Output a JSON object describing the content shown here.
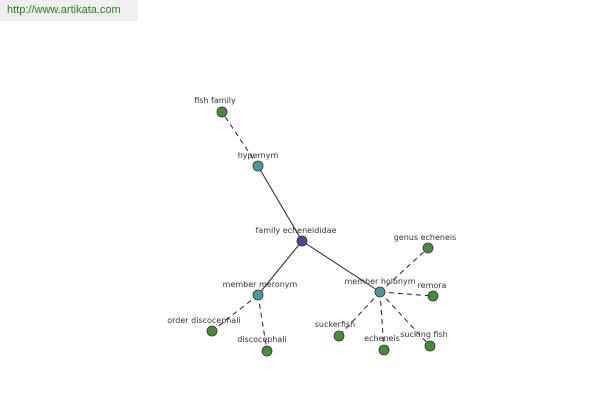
{
  "site": {
    "url": "http://www.artikata.com",
    "url_color": "#2e7d1e"
  },
  "graph": {
    "colors": {
      "center": "#4a4a8c",
      "relation": "#4a9a9a",
      "term": "#4a8a3c"
    },
    "nodes": [
      {
        "id": "family",
        "label": "family echeneididae",
        "kind": "center"
      },
      {
        "id": "hypernym",
        "label": "hypernym",
        "kind": "relation"
      },
      {
        "id": "fish_family",
        "label": "fish family",
        "kind": "term"
      },
      {
        "id": "member_meronym",
        "label": "member meronym",
        "kind": "relation"
      },
      {
        "id": "order_discocephali",
        "label": "order discocephali",
        "kind": "term"
      },
      {
        "id": "discocephali",
        "label": "discocephali",
        "kind": "term"
      },
      {
        "id": "member_holonym",
        "label": "member holonym",
        "kind": "relation"
      },
      {
        "id": "genus_echeneis",
        "label": "genus echeneis",
        "kind": "term"
      },
      {
        "id": "remora",
        "label": "remora",
        "kind": "term"
      },
      {
        "id": "suckerfish",
        "label": "suckerfish",
        "kind": "term"
      },
      {
        "id": "echeneis",
        "label": "echeneis",
        "kind": "term"
      },
      {
        "id": "sucking_fish",
        "label": "sucking fish",
        "kind": "term"
      }
    ],
    "edges": [
      {
        "from": "family",
        "to": "hypernym",
        "style": "solid"
      },
      {
        "from": "family",
        "to": "member_meronym",
        "style": "solid"
      },
      {
        "from": "family",
        "to": "member_holonym",
        "style": "solid"
      },
      {
        "from": "hypernym",
        "to": "fish_family",
        "style": "dashed"
      },
      {
        "from": "member_meronym",
        "to": "order_discocephali",
        "style": "dashed"
      },
      {
        "from": "member_meronym",
        "to": "discocephali",
        "style": "dashed"
      },
      {
        "from": "member_holonym",
        "to": "genus_echeneis",
        "style": "dashed"
      },
      {
        "from": "member_holonym",
        "to": "remora",
        "style": "dashed"
      },
      {
        "from": "member_holonym",
        "to": "suckerfish",
        "style": "dashed"
      },
      {
        "from": "member_holonym",
        "to": "echeneis",
        "style": "dashed"
      },
      {
        "from": "member_holonym",
        "to": "sucking_fish",
        "style": "dashed"
      }
    ]
  }
}
